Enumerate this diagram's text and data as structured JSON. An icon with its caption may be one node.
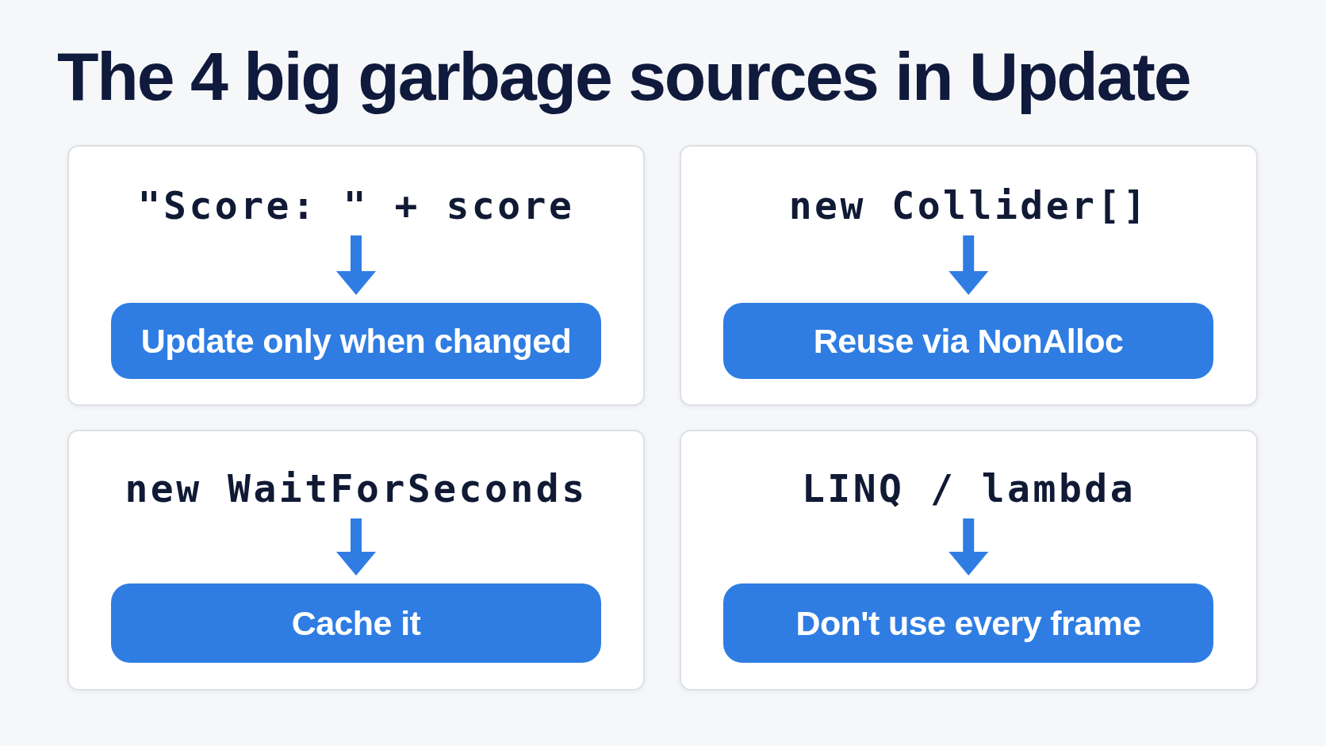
{
  "diagram": {
    "title": "The 4 big garbage sources in Update",
    "nodes": [
      {
        "text": [],
        "shape": "box"
      },
      {
        "text": [
          "\"Score: \" + score"
        ],
        "in": 0
      },
      {
        "text": [
          "Update only when changed"
        ],
        "in": 0
      },
      {
        "text": [],
        "shape": "box"
      },
      {
        "text": [
          "new Collider[]"
        ],
        "in": 3
      },
      {
        "text": [
          "Reuse via NonAlloc"
        ],
        "in": 3
      },
      {
        "text": [],
        "shape": "box"
      },
      {
        "text": [
          "new WaitForSeconds"
        ],
        "in": 6
      },
      {
        "text": [
          "Cache it"
        ],
        "in": 6
      },
      {
        "text": [],
        "shape": "box"
      },
      {
        "text": [
          "LINQ / lambda"
        ],
        "in": 9
      },
      {
        "text": [
          "Don't use every frame"
        ],
        "in": 9
      }
    ],
    "edges": [
      {
        "from": 1,
        "to": 2,
        "arrow": "to"
      },
      {
        "from": 4,
        "to": 5,
        "arrow": "to"
      },
      {
        "from": 7,
        "to": 8,
        "arrow": "to"
      },
      {
        "from": 10,
        "to": 11,
        "arrow": "to"
      }
    ]
  }
}
